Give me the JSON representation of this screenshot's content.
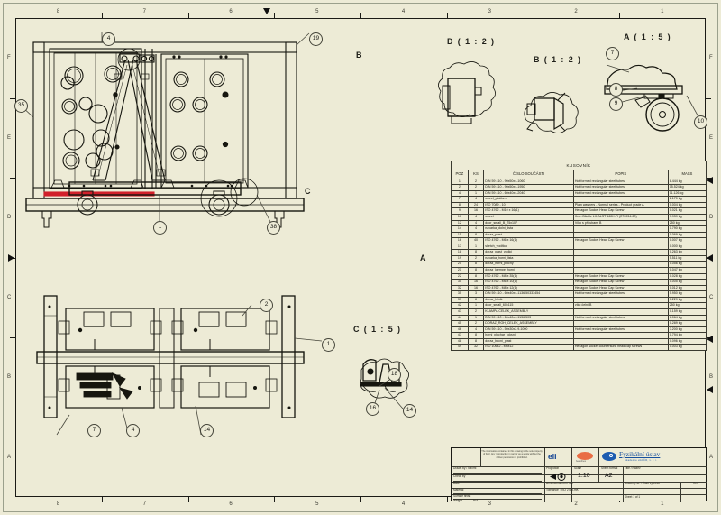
{
  "sheet": {
    "background_color": "#edebd6",
    "line_color": "#1b1b16",
    "highlight_color": "#d1202a",
    "zone_numbers": [
      "8",
      "7",
      "6",
      "5",
      "4",
      "3",
      "2",
      "1"
    ],
    "zone_letters": [
      "F",
      "E",
      "D",
      "C",
      "B",
      "A"
    ]
  },
  "views": [
    {
      "name": "front-view",
      "label": "",
      "balloons": [
        "4",
        "19",
        "35",
        "38"
      ]
    },
    {
      "name": "side-view",
      "label": "",
      "balloons": [
        "1"
      ],
      "section_marks": [
        "B",
        "A",
        "C"
      ]
    },
    {
      "name": "top-view",
      "label": "",
      "balloons": [
        "1",
        "2",
        "4",
        "7",
        "14"
      ]
    },
    {
      "name": "detail-d",
      "label": "D ( 1 : 2 )",
      "balloons": []
    },
    {
      "name": "detail-b",
      "label": "B ( 1 : 2 )",
      "balloons": []
    },
    {
      "name": "detail-a",
      "label": "A ( 1 : 5 )",
      "balloons": [
        "7",
        "8",
        "9",
        "10"
      ]
    },
    {
      "name": "detail-c",
      "label": "C ( 1 : 5 )",
      "balloons": [
        "18",
        "16",
        "14"
      ]
    }
  ],
  "bom": {
    "title": "KUSOVNÍK",
    "columns": [
      "POZ",
      "KS",
      "ČÍSLO SOUČÁSTI",
      "POPIS",
      "MASS"
    ],
    "rows": [
      {
        "poz": "1",
        "ks": "2",
        "num": "DIN 59 410 - 90x50x4-1060",
        "desc": "Hot formed rectangular steel tubes",
        "mass": "8.444 kg"
      },
      {
        "poz": "2",
        "ks": "2",
        "num": "DIN 59 410 - 90x50x4-1950",
        "desc": "Hot formed rectangular steel tubes",
        "mass": "15.524 kg"
      },
      {
        "poz": "4",
        "ks": "1",
        "num": "DIN 59 410 - 60x40x4-2040",
        "desc": "Hot formed rectangular steel tubes",
        "mass": "11.126 kg"
      },
      {
        "poz": "7",
        "ks": "4",
        "num": "wheel_platform",
        "desc": "",
        "mass": "2.170 kg"
      },
      {
        "poz": "8",
        "ks": "24",
        "num": "ISO 7089 - 10",
        "desc": "Plain washers - Normal series - Product grade A",
        "mass": "0.004 kg"
      },
      {
        "poz": "9",
        "ks": "16",
        "num": "ISO 4762 - M10 x 16(1)",
        "desc": "Hexagon Socket Head Cap Screw",
        "mass": "0.021 kg"
      },
      {
        "poz": "10",
        "ks": "4",
        "num": "wheel",
        "desc": "Kron Blickle LK-ALST 160K-FI (270034-20)",
        "mass": "7.939 kg"
      },
      {
        "poz": "12",
        "ks": "4",
        "num": "door_small_B_75x107",
        "desc": "Víko s přírubami B",
        "mass": "250 kg"
      },
      {
        "poz": "14",
        "ks": "4",
        "num": "navarka_dolni_lista",
        "desc": "",
        "mass": "1.790 kg"
      },
      {
        "poz": "15",
        "ks": "8",
        "num": "doraz_plast",
        "desc": "",
        "mass": "0.069 kg"
      },
      {
        "poz": "16",
        "ks": "40",
        "num": "ISO 4762 - M6 x 16(1)",
        "desc": "Hexagon Socket Head Cap Screw",
        "mass": "0.007 kg"
      },
      {
        "poz": "17",
        "ks": "1",
        "num": "sketch_vodítko",
        "desc": "",
        "mass": "0.000 kg"
      },
      {
        "poz": "18",
        "ks": "8",
        "num": "doraz_plast_vodici",
        "desc": "",
        "mass": "0.263 kg"
      },
      {
        "poz": "19",
        "ks": "2",
        "num": "navarka_horni_lista",
        "desc": "",
        "mass": "5.511 kg"
      },
      {
        "poz": "20",
        "ks": "8",
        "num": "doraz_horni_plochy",
        "desc": "",
        "mass": "0.056 kg"
      },
      {
        "poz": "21",
        "ks": "8",
        "num": "doraz_klempe_horni",
        "desc": "",
        "mass": "0.047 kg"
      },
      {
        "poz": "22",
        "ks": "8",
        "num": "ISO 4762 - M8 x 35(1)",
        "desc": "Hexagon Socket Head Cap Screw",
        "mass": "0.028 kg"
      },
      {
        "poz": "30",
        "ks": "16",
        "num": "ISO 4762 - M6 x 10(1)",
        "desc": "Hexagon Socket Head Cap Screw",
        "mass": "0.005 kg"
      },
      {
        "poz": "32",
        "ks": "16",
        "num": "ISO 4762 - M8 x 12(1)",
        "desc": "Hexagon Socket Head Cap Screw",
        "mass": "0.012 kg"
      },
      {
        "poz": "35",
        "ks": "3",
        "num": "DIN 59 410 - 60x40x4-1136.50333454",
        "desc": "Hot formed rectangular steel tubes",
        "mass": "5.950 kg"
      },
      {
        "poz": "37",
        "ks": "8",
        "num": "doraz_hlinik",
        "desc": "",
        "mass": "0.229 kg"
      },
      {
        "poz": "42",
        "ks": "1",
        "num": "door_small_60x115",
        "desc": "víko čelní B",
        "mass": "250 kg"
      },
      {
        "poz": "43",
        "ks": "2",
        "num": "KLAMPA CELEK_ASSEMBLY",
        "desc": "",
        "mass": "0.159 kg"
      },
      {
        "poz": "44",
        "ks": "1",
        "num": "DIN 59 410 - 60x40x4-1136.503",
        "desc": "Hot formed rectangular steel tubes",
        "mass": "6.064 kg"
      },
      {
        "poz": "45",
        "ks": "2",
        "num": "DORAZ_ROH_CELEK_ASSEMBLY",
        "desc": "",
        "mass": "0.289 kg"
      },
      {
        "poz": "46",
        "ks": "4",
        "num": "DIN 59 410 - 50x30x2.9-1000",
        "desc": "Hot formed rectangular steel tubes",
        "mass": "3.200 kg"
      },
      {
        "poz": "47",
        "ks": "8",
        "num": "horni_plochar_roksni",
        "desc": "",
        "mass": "0.794 kg"
      },
      {
        "poz": "48",
        "ks": "8",
        "num": "doraz_bocni_plast",
        "desc": "",
        "mass": "0.096 kg"
      },
      {
        "poz": "49",
        "ks": "32",
        "num": "ISO 10642 - M6x12",
        "desc": "Hexagon socket countersunk head cap screws",
        "mass": "0.003 kg"
      }
    ]
  },
  "titleblock": {
    "disclaimer": "The information contained in this drawing is the sole property of FZU. Any reproduction in part or as a whole without the written permission is prohibited.",
    "logo_eli": "eli",
    "logo_eli_sub": "beamlines",
    "logo_fzu": "Fyzikální ústav",
    "logo_fzu_sub": "Akademie věd ČR, v. v. i.",
    "fields": {
      "drawn_label": "Drawn by / Navrhl",
      "checked_label": "Check by",
      "date_label": "Date",
      "material_label": "Material",
      "finish_label": "Surface finish",
      "weight_label": "Weight",
      "weight_value": "N/A",
      "projection_label": "Projection",
      "scale_label": "Scale",
      "scale_value": "1:10",
      "format_label": "Sheet format",
      "format_value": "A2",
      "tolerance_label": "All dimensions in mm",
      "tolerance_note": "Tolerance : ISO 2768-mK",
      "drawing_no_label": "Drawing no. / Číslo výkresu",
      "rev_label": "Rev",
      "sheet_label": "Sheet 1 of 1",
      "title_label": "Title / Název"
    }
  }
}
